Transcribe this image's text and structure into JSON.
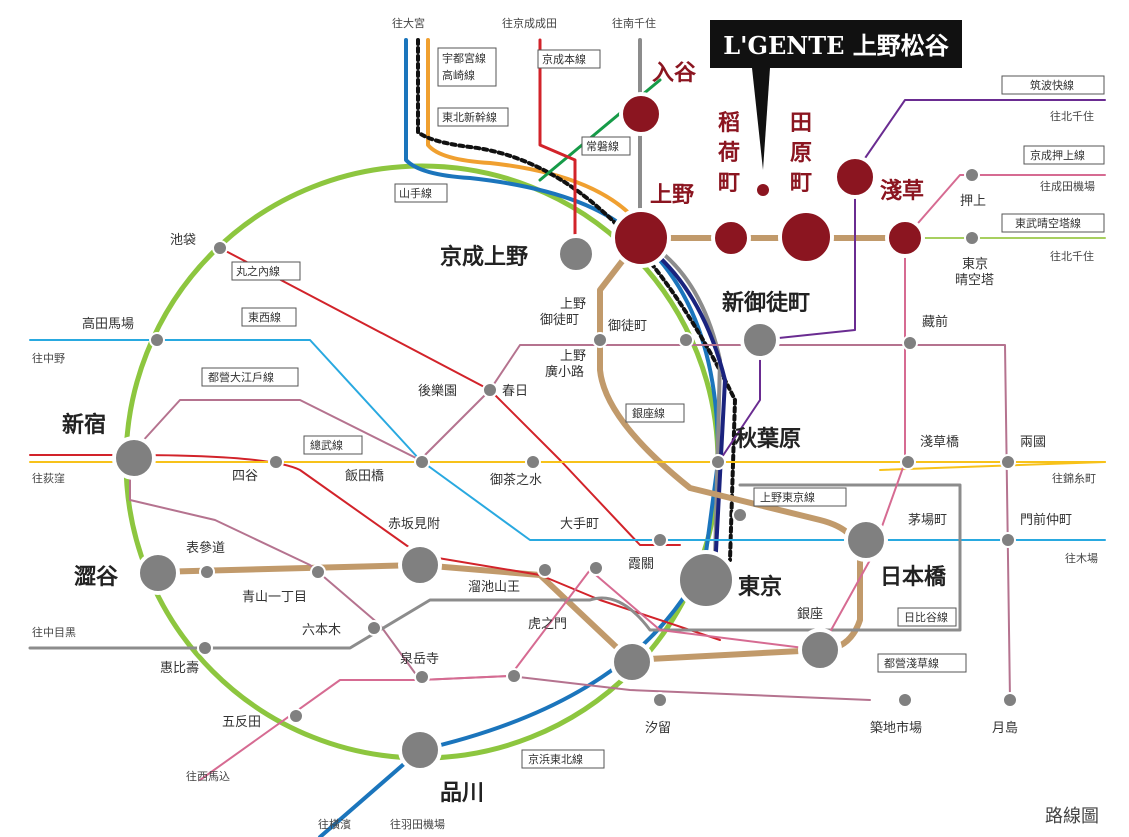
{
  "colors": {
    "ring": "#8dc63f",
    "ginza": "#c19a6b",
    "marunouchi": "#d2232a",
    "tozai": "#29a9e0",
    "sobu": "#f7c21a",
    "hibiya": "#8c8c8c",
    "asakusa": "#d66b92",
    "oedo": "#b5738f",
    "keihin": "#1b75bc",
    "station": "#808080",
    "highlight": "#8b1520"
  },
  "property_name": "L'GENTE 上野松谷",
  "footer_label": "路線圖",
  "directions": {
    "omiya": "往大宮",
    "keisei_narita": "往京成成田",
    "minami_senju": "往南千住",
    "kita_senju1": "往北千住",
    "keisei_airport": "往成田機場",
    "kita_senju2": "往北千住",
    "nakano": "往中野",
    "ogikubo": "往荻窪",
    "kinshicho": "往錦糸町",
    "kiba": "往木場",
    "nakameguro": "往中目黑",
    "nishimagome": "往西馬込",
    "yokohama": "往橫濱",
    "haneda": "往羽田機場"
  },
  "lines": {
    "utsunomiya": "宇都宮線",
    "takasaki": "高崎線",
    "keisei_main": "京成本線",
    "tohoku": "東北新幹線",
    "joban": "常磐線",
    "yamanote": "山手線",
    "tsukuba": "筑波快線",
    "oshiage": "京成押上線",
    "skytree": "東武晴空塔線",
    "marunouchi": "丸之內線",
    "tozai": "東西線",
    "oedo": "都營大江戶線",
    "sobu": "總武線",
    "ginza": "銀座線",
    "tokyo_ueno": "上野東京線",
    "hibiya": "日比谷線",
    "asakusa": "都營淺草線",
    "keihin": "京浜東北線"
  },
  "highlight_stations": {
    "iriya": "入谷",
    "ueno": "上野",
    "inaricho": "稻荷町",
    "tawaramachi": "田原町",
    "asakusa": "淺草"
  },
  "major_stations": {
    "keisei_ueno": "京成上野",
    "shin_okachimachi": "新御徒町",
    "akihabara": "秋葉原",
    "shinjuku": "新宿",
    "tokyo": "東京",
    "nihonbashi": "日本橋",
    "shibuya": "澀谷",
    "shinagawa": "品川"
  },
  "stations": {
    "ikebukuro": "池袋",
    "takadanobaba": "高田馬場",
    "ueno_okachimachi": "上野\n御徒町",
    "okachimachi": "御徒町",
    "ueno_hirokoji": "上野\n廣小路",
    "korakuen": "後樂園",
    "kasuga": "春日",
    "iidabashi": "飯田橋",
    "ochanomizu": "御茶之水",
    "yotsuya": "四谷",
    "otemachi": "大手町",
    "akasaka_mitsuke": "赤坂見附",
    "kasumigaseki": "霞關",
    "tameike": "溜池山王",
    "omotesando": "表參道",
    "aoyama": "青山一丁目",
    "roppongi": "六本木",
    "toranomon": "虎之門",
    "ginza": "銀座",
    "sengakuji": "泉岳寺",
    "ebisu": "惠比壽",
    "gotanda": "五反田",
    "shiodome": "汐留",
    "tsukiji": "築地市場",
    "tsukishima": "月島",
    "kuramae": "藏前",
    "asakusabashi": "淺草橋",
    "ryogoku": "兩國",
    "kayabacho": "茅場町",
    "monzen": "門前仲町",
    "oshiage": "押上",
    "skytree_station": "東京\n晴空塔"
  }
}
